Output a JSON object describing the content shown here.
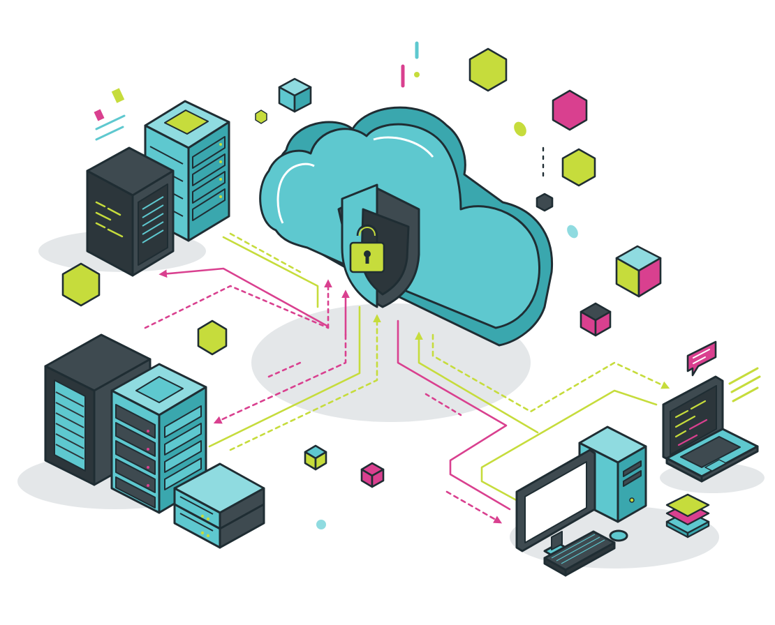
{
  "palette": {
    "outline": "#1f2d33",
    "teal": "#5ec8cf",
    "teal_light": "#8fdbe0",
    "teal_dark": "#3aa7ae",
    "slate": "#3e4a50",
    "slate_dark": "#2c363b",
    "lime": "#c6dc3c",
    "magenta": "#d9408f",
    "shadow": "#e4e7e9",
    "screen": "#ffffff"
  },
  "icons": {
    "center": "cloud-security-icon",
    "shield": "shield-icon",
    "lock": "padlock-icon",
    "server_left_top": "server-rack-icon",
    "server_left_bottom": "server-rack-icon",
    "desktop": "desktop-computer-icon",
    "laptop": "laptop-icon",
    "chat": "chat-bubble-icon"
  },
  "flows": [
    {
      "from": "cloud",
      "to": "server-cluster-top",
      "color": "magenta",
      "style": "solid",
      "arrow": "to"
    },
    {
      "from": "server-cluster-top",
      "to": "cloud",
      "color": "lime",
      "style": "dashed",
      "arrow": "to"
    },
    {
      "from": "cloud",
      "to": "server-cluster-bottom",
      "color": "magenta",
      "style": "dashed",
      "arrow": "to"
    },
    {
      "from": "server-cluster-bottom",
      "to": "cloud",
      "color": "lime",
      "style": "solid",
      "arrow": "to"
    },
    {
      "from": "cloud",
      "to": "desktop",
      "color": "magenta",
      "style": "solid",
      "arrow": "to"
    },
    {
      "from": "laptop",
      "to": "cloud",
      "color": "lime",
      "style": "solid",
      "arrow": "to"
    },
    {
      "from": "cloud",
      "to": "laptop",
      "color": "lime",
      "style": "dashed",
      "arrow": "to"
    }
  ]
}
